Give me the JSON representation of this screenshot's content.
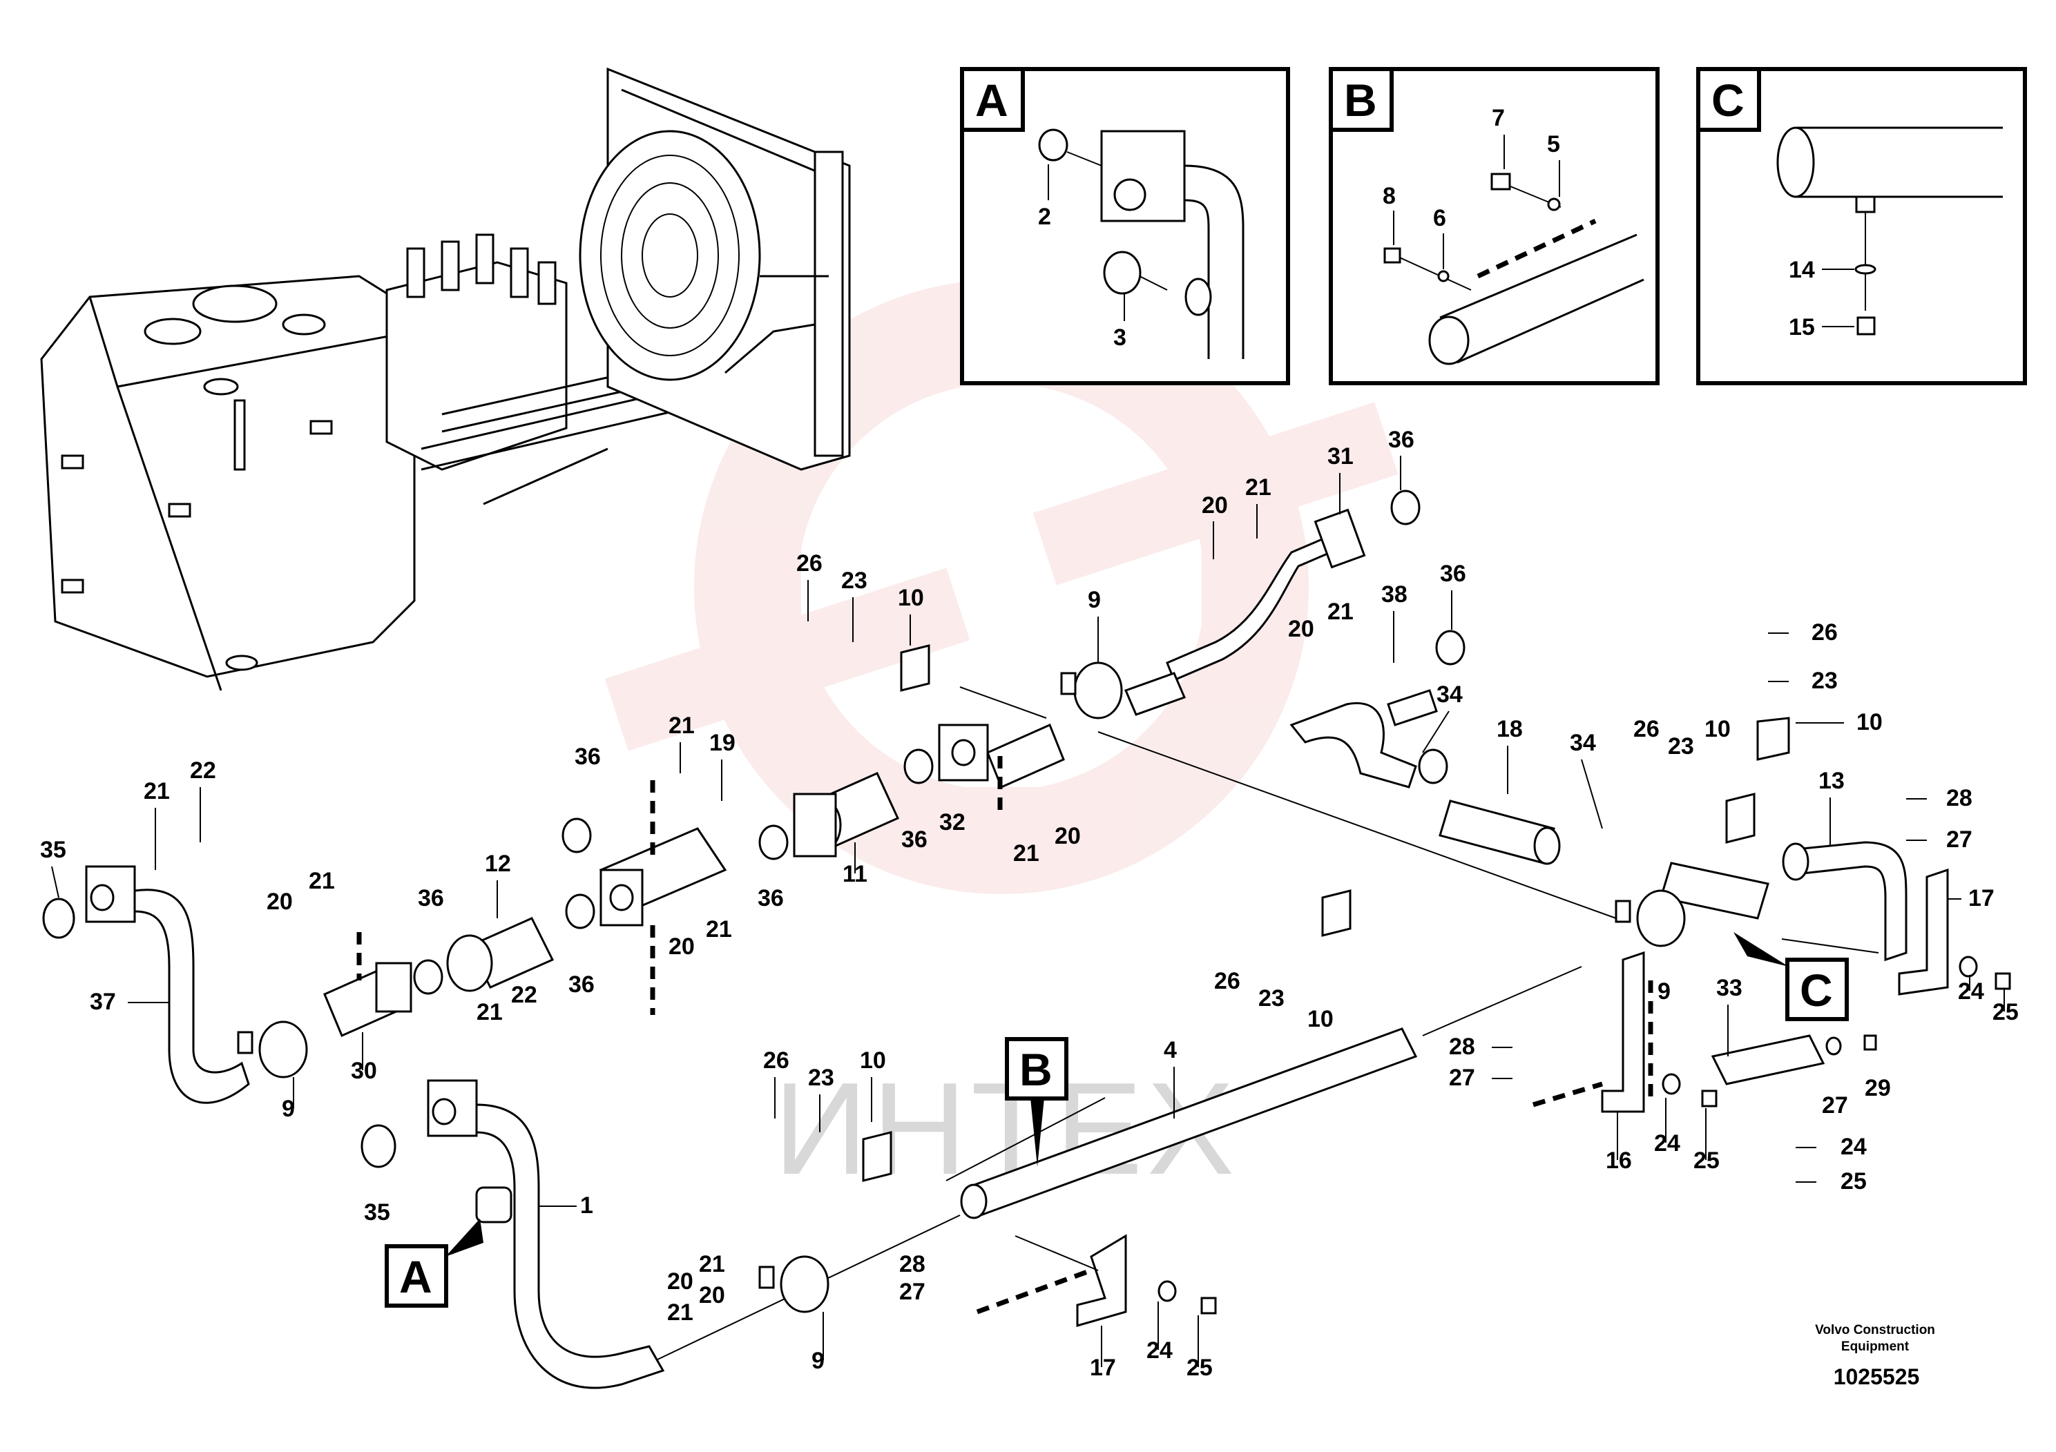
{
  "watermark": {
    "text": "ИНТЕХ",
    "color": "#f2b9b9"
  },
  "insets": [
    {
      "letter": "A",
      "parts": [
        "2",
        "3"
      ]
    },
    {
      "letter": "B",
      "parts": [
        "7",
        "5",
        "8",
        "6"
      ]
    },
    {
      "letter": "C",
      "parts": [
        "14",
        "15"
      ]
    }
  ],
  "callouts": {
    "A": "A",
    "B": "B",
    "C": "C"
  },
  "labels": {
    "tank_row": [
      "26",
      "23",
      "10",
      "9",
      "20",
      "21",
      "31",
      "36"
    ],
    "right_upper": [
      "38",
      "36",
      "20",
      "21",
      "34",
      "18",
      "26",
      "23",
      "10",
      "34",
      "26",
      "23",
      "10",
      "13",
      "28",
      "27",
      "17"
    ],
    "left": [
      "35",
      "21",
      "22",
      "37",
      "20",
      "21",
      "36",
      "12",
      "36",
      "21",
      "19",
      "30",
      "9"
    ],
    "middle": [
      "36",
      "20",
      "21",
      "11",
      "36",
      "32",
      "36",
      "21",
      "20",
      "20",
      "21",
      "21",
      "20",
      "21",
      "22"
    ],
    "lower": [
      "35",
      "1",
      "26",
      "23",
      "10",
      "4",
      "26",
      "23",
      "10",
      "9",
      "28",
      "27",
      "17",
      "24",
      "25"
    ],
    "right_lower": [
      "9",
      "33",
      "28",
      "27",
      "16",
      "24",
      "25",
      "27",
      "29",
      "24",
      "25",
      "24",
      "25"
    ]
  },
  "footer": {
    "brand_line1": "Volvo Construction",
    "brand_line2": "Equipment",
    "doc_number": "1025525"
  }
}
